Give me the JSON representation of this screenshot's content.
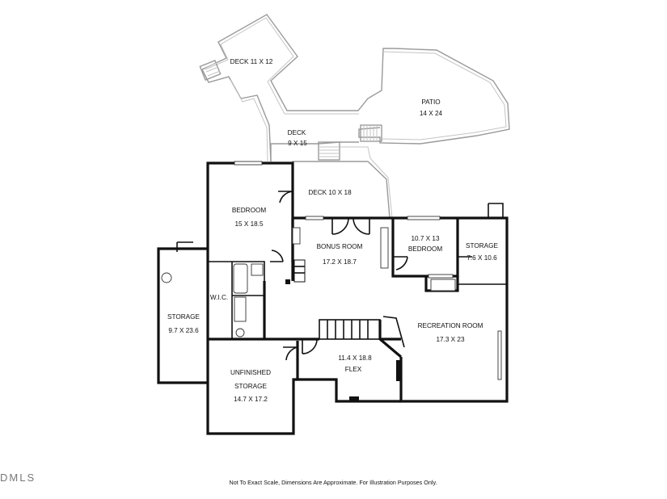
{
  "rooms": {
    "deck_upper": {
      "name": "DECK 11 X 12"
    },
    "patio": {
      "name": "PATIO",
      "size": "14 X 24"
    },
    "deck_mid": {
      "name": "DECK",
      "size": "9 X 15"
    },
    "deck_lower": {
      "name": "DECK 10 X 18"
    },
    "bedroom_main": {
      "name": "BEDROOM",
      "size": "15 X 18.5"
    },
    "bonus_room": {
      "name": "BONUS ROOM",
      "size": "17.2 X 18.7"
    },
    "bedroom_2": {
      "name": "BEDROOM",
      "size": "10.7 X 13"
    },
    "storage_small": {
      "name": "STORAGE",
      "size": "7.6 X 10.6"
    },
    "wic": {
      "name": "W.I.C."
    },
    "storage_large": {
      "name": "STORAGE",
      "size": "9.7 X 23.6"
    },
    "recreation": {
      "name": "RECREATION ROOM",
      "size": "17.3 X 23"
    },
    "flex": {
      "name": "FLEX",
      "size": "11.4 X 18.8"
    },
    "unfinished": {
      "name": "UNFINISHED",
      "name2": "STORAGE",
      "size": "14.7 X 17.2"
    }
  },
  "footer": {
    "disclaimer": "Not To Exact Scale, Dimensions Are Approximate. For Illustration Purposes Only."
  },
  "watermark": {
    "logo": "DMLS"
  }
}
